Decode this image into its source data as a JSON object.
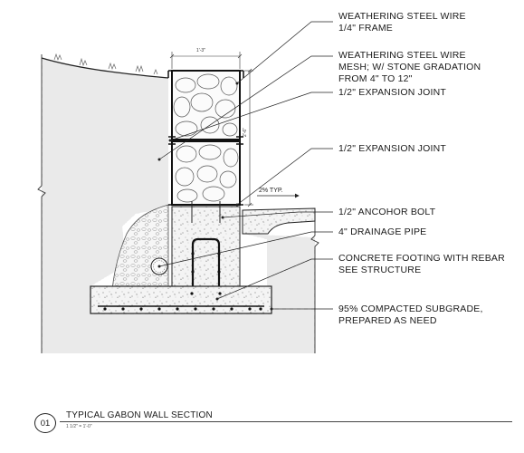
{
  "drawing": {
    "callouts": [
      {
        "id": "frame",
        "lines": [
          "WEATHERING STEEL WIRE",
          "1/4\" FRAME"
        ]
      },
      {
        "id": "mesh",
        "lines": [
          "WEATHERING STEEL WIRE",
          "MESH; W/ STONE GRADATION",
          "FROM 4\" TO 12\""
        ]
      },
      {
        "id": "joint-upper",
        "lines": [
          "1/2\" EXPANSION JOINT"
        ]
      },
      {
        "id": "joint-lower",
        "lines": [
          "1/2\" EXPANSION JOINT"
        ]
      },
      {
        "id": "bolt",
        "lines": [
          "1/2\" ANCOHOR BOLT"
        ]
      },
      {
        "id": "pipe",
        "lines": [
          "4\" DRAINAGE PIPE"
        ]
      },
      {
        "id": "footing",
        "lines": [
          "CONCRETE FOOTING WITH REBAR",
          "SEE STRUCTURE"
        ]
      },
      {
        "id": "subgrade",
        "lines": [
          "95% COMPACTED SUBGRADE,",
          "PREPARED AS NEED"
        ]
      }
    ],
    "dimension_width": "1'-3\"",
    "dimension_height": "2'-6\"",
    "slope_note": "2% TYP."
  },
  "title_block": {
    "number": "01",
    "title": "TYPICAL GABON WALL SECTION",
    "scale": "1 1/2\" = 1'-0\""
  }
}
